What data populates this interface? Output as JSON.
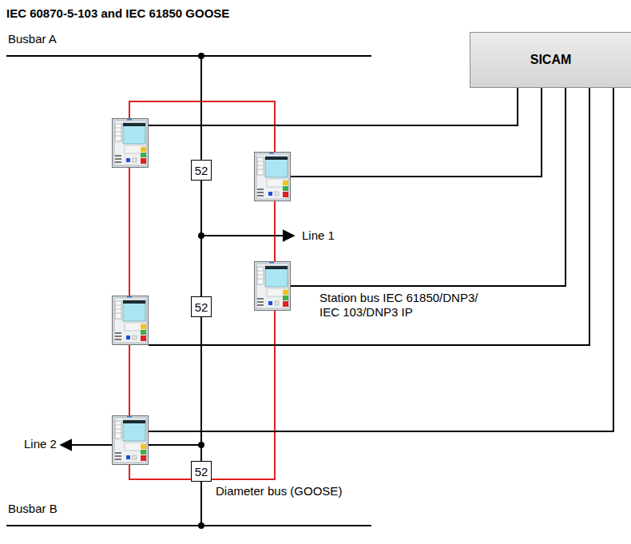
{
  "diagram": {
    "title": "IEC 60870-5-103 and IEC 61850 GOOSE",
    "nodes": [
      {
        "text": [
          "SICAM"
        ]
      },
      {
        "text": [
          "52"
        ]
      },
      {
        "text": [
          "52"
        ]
      },
      {
        "text": [
          "52"
        ]
      }
    ],
    "edges": [
      {
        "from": 1,
        "to": 2,
        "arrow": "none"
      },
      {
        "from": 2,
        "to": 3,
        "arrow": "none"
      }
    ],
    "labels": [
      "Busbar A",
      "Busbar B",
      "Line 1",
      "Line 2",
      "Station bus IEC 61850/DNP3/ IEC 103/DNP3 IP",
      "Diameter bus (GOOSE)"
    ]
  }
}
